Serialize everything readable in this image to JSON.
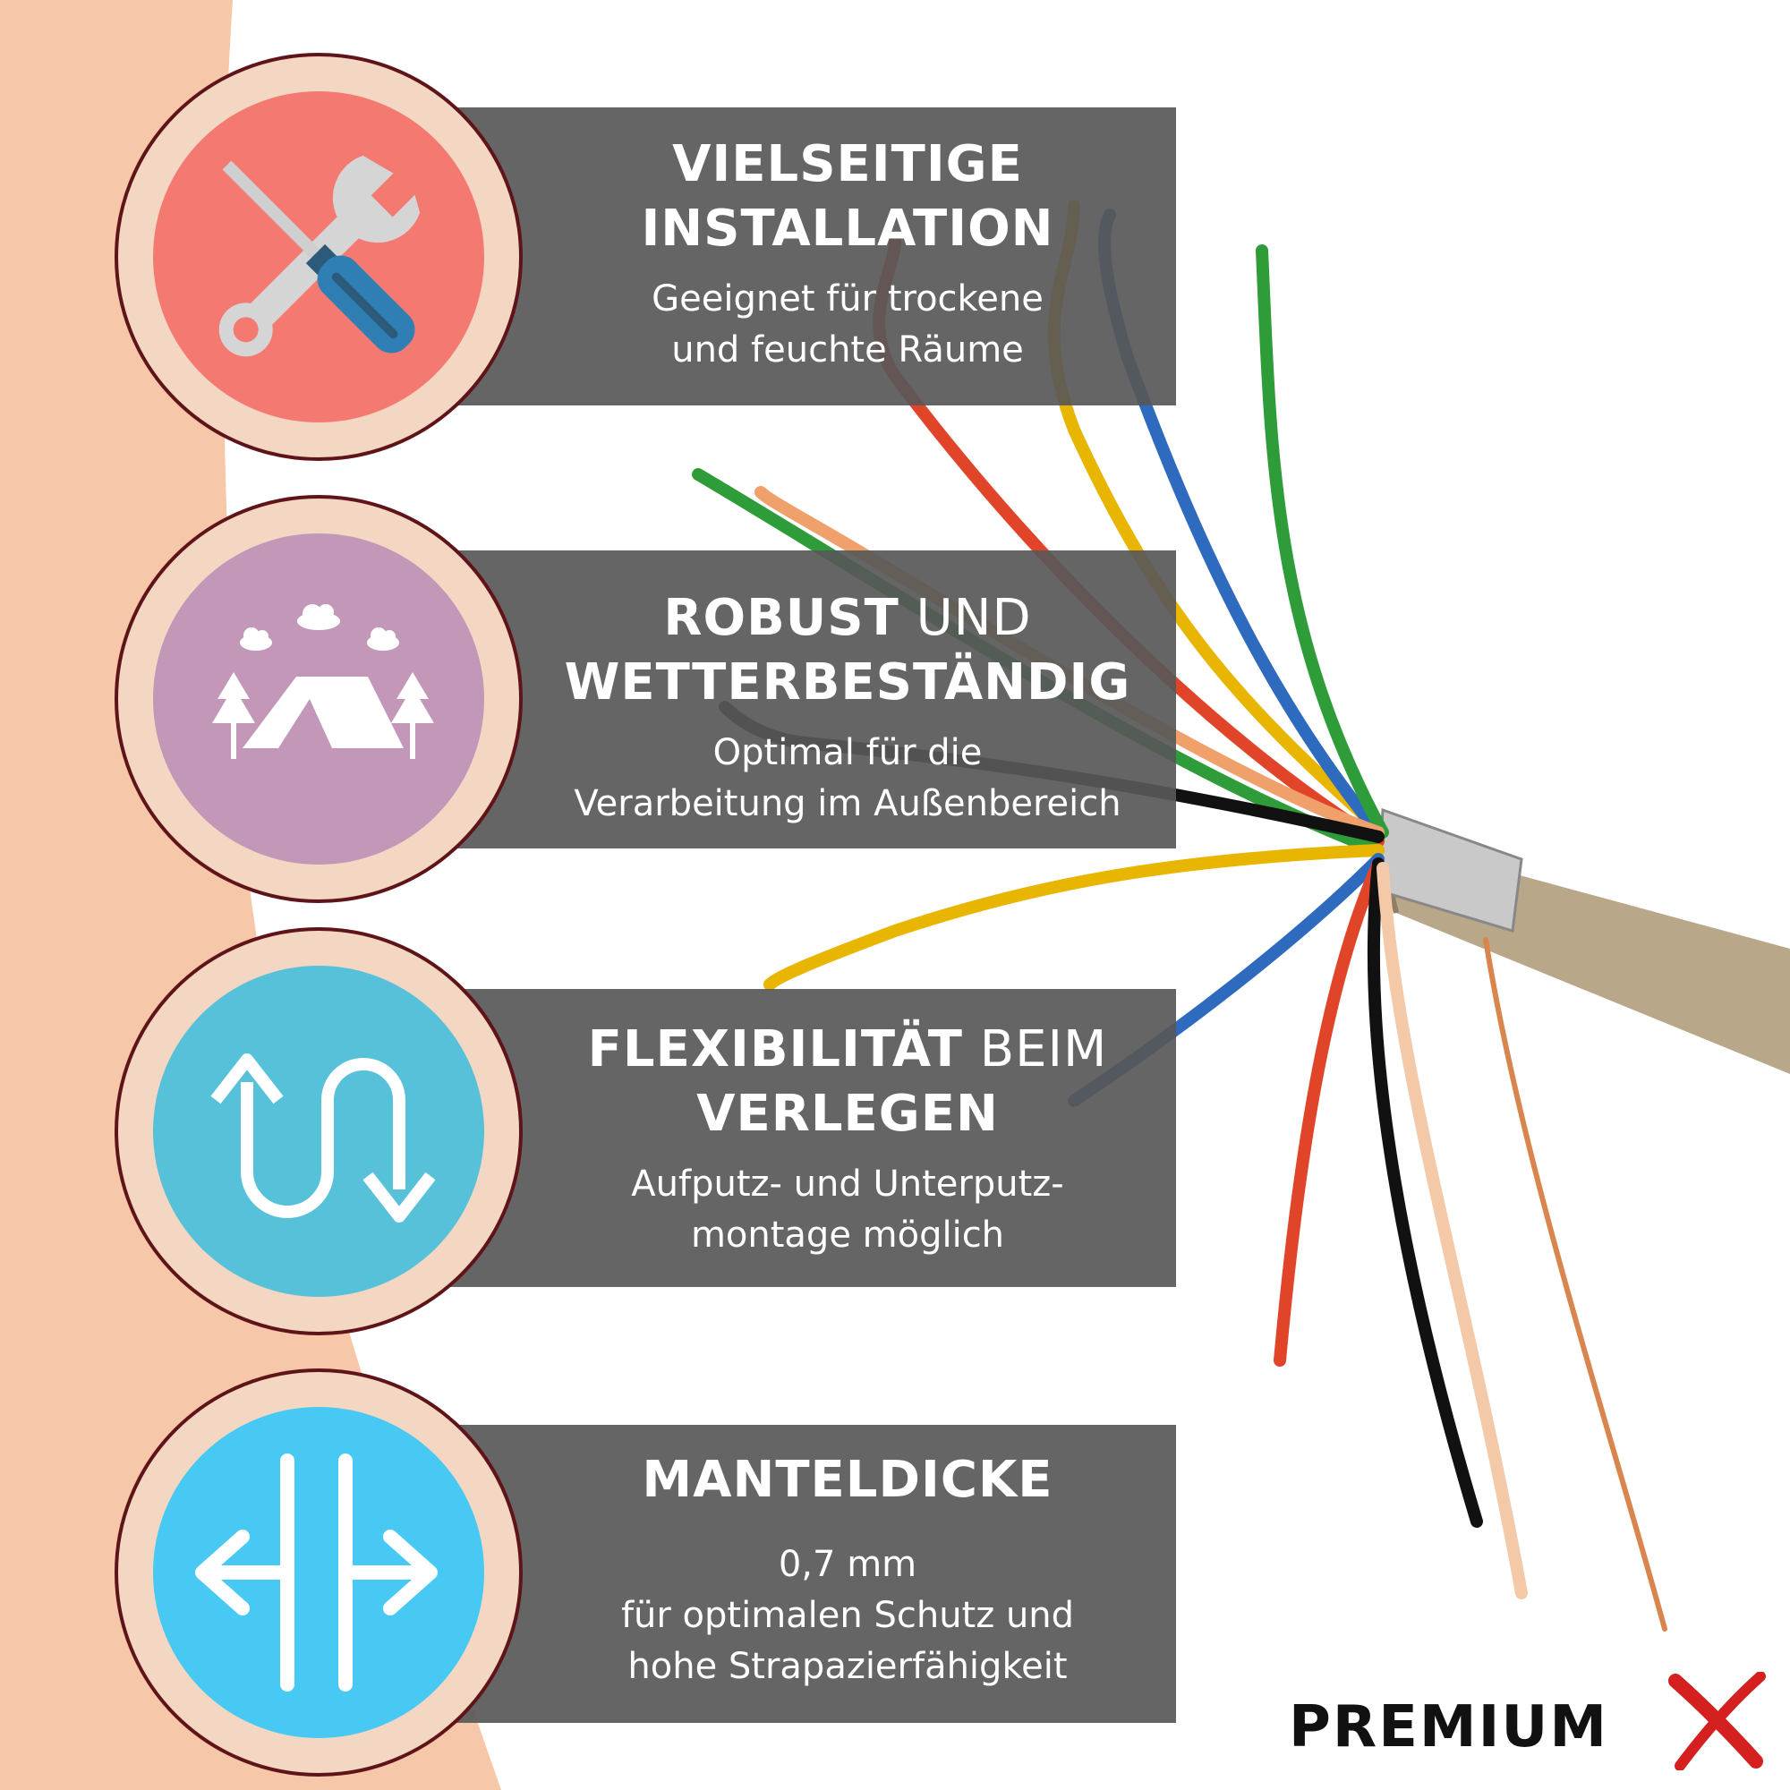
{
  "colors": {
    "page_bg": "#ffffff",
    "left_band": "#f6c7a8",
    "panel_bg": "#585858",
    "ring": "#f3d7c3",
    "ring_border": "#5e1418",
    "icon_tools_bg": "#f47a71",
    "icon_camp_bg": "#c297b7",
    "icon_flex_bg": "#56c1d8",
    "icon_thick_bg": "#47c9f3",
    "brand_x": "#d4201f"
  },
  "features": [
    {
      "icon": "tools-icon",
      "title_bold": "VIELSEITIGE",
      "title_light": "",
      "title_line2": "INSTALLATION",
      "desc_line1": "Geeignet für trockene",
      "desc_line2": "und feuchte Räume",
      "desc_line3": ""
    },
    {
      "icon": "camping-tent-icon",
      "title_bold": "ROBUST",
      "title_light": " UND",
      "title_line2": "WETTERBESTÄNDIG",
      "desc_line1": "Optimal für die",
      "desc_line2": "Verarbeitung im Außenbereich",
      "desc_line3": ""
    },
    {
      "icon": "flexible-arrows-icon",
      "title_bold": "FLEXIBILITÄT",
      "title_light": " BEIM",
      "title_line2": "VERLEGEN",
      "desc_line1": "Aufputz- und Unterputz-",
      "desc_line2": "montage möglich",
      "desc_line3": ""
    },
    {
      "icon": "thickness-arrows-icon",
      "title_bold": "MANTELDICKE",
      "title_light": "",
      "title_line2": "",
      "desc_line1": "0,7 mm",
      "desc_line2": "für optimalen Schutz und",
      "desc_line3": "hohe Strapazierfähigkeit"
    }
  ],
  "brand": {
    "name": "PREMIUM",
    "suffix": "X"
  }
}
